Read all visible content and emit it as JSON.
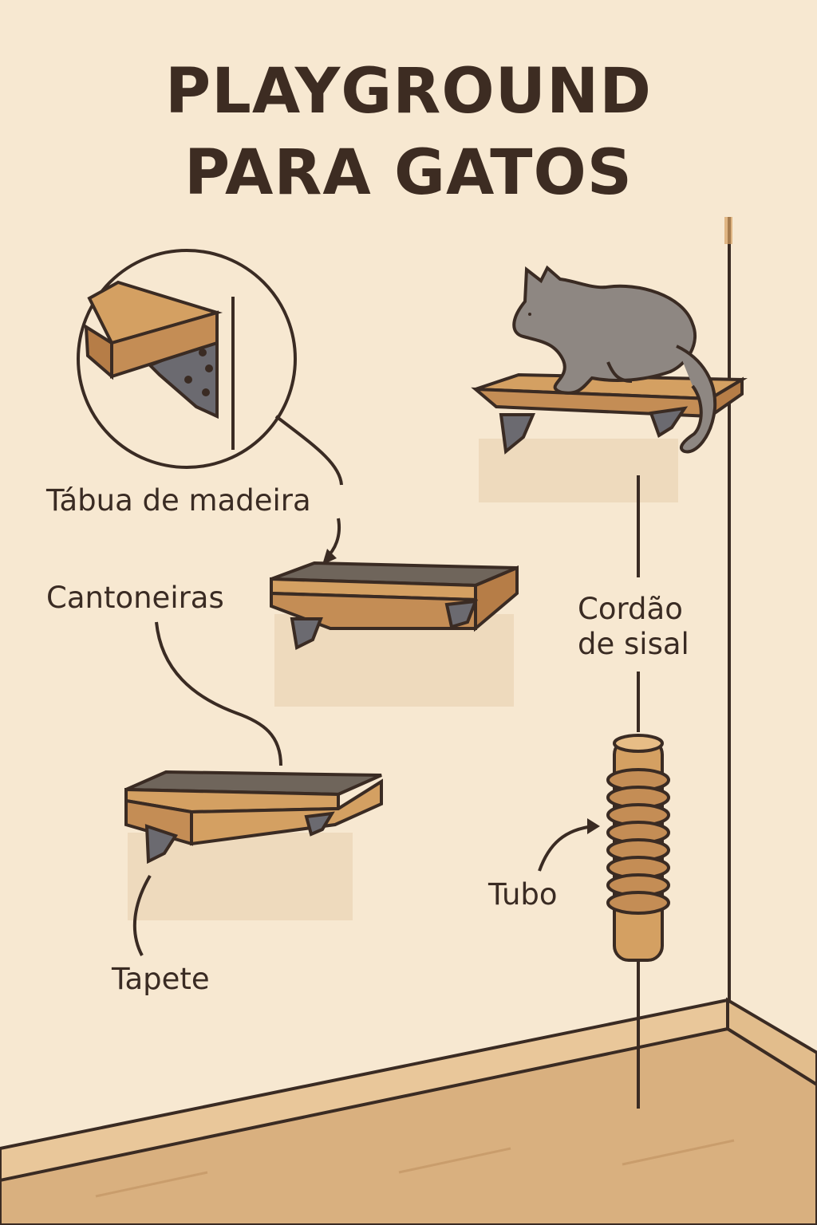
{
  "title": {
    "line1": "PLAYGROUND",
    "line2": "PARA GATOS"
  },
  "labels": {
    "tabua": "Tábua de madeira",
    "cantoneiras": "Cantoneiras",
    "cordao_line1": "Cordão",
    "cordao_line2": "de sisal",
    "tubo": "Tubo",
    "tapete": "Tapete"
  },
  "colors": {
    "wall": "#f7e8d1",
    "floor": "#d9b07f",
    "wood": "#d4a062",
    "carpet": "#6f655b",
    "bracket": "#6b6a70",
    "cat": "#8e8782",
    "outline": "#3a2b23",
    "rope": "#c48d55"
  },
  "icons": {
    "cat": "cat-illustration",
    "arrow": "curved-arrow"
  }
}
